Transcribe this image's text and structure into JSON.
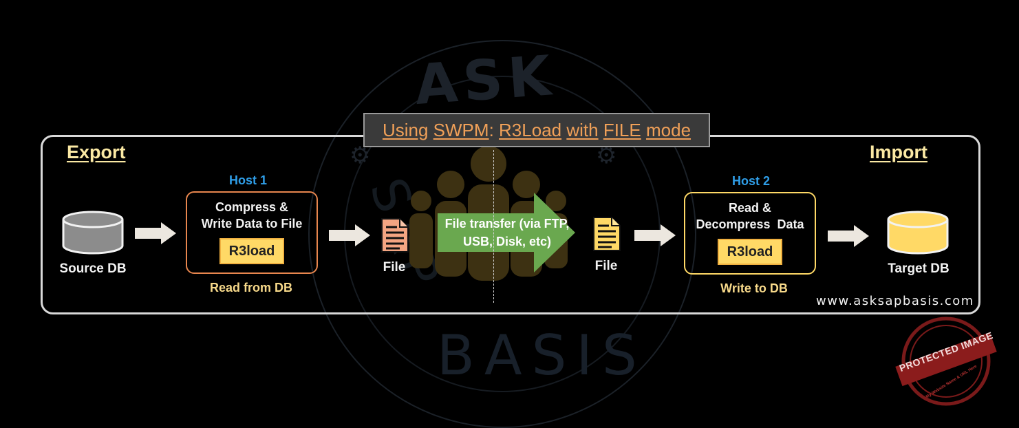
{
  "title": {
    "prefix": "Using",
    "swpm": "SWPM",
    "colon": ":",
    "r3load": "R3Load",
    "with": "with",
    "file": "FILE",
    "mode": "mode"
  },
  "export": {
    "label": "Export",
    "host": "Host 1",
    "source_db": "Source DB",
    "box_text_line1": "Compress &",
    "box_text_line2": "Write Data to File",
    "tool": "R3load",
    "caption": "Read from DB",
    "file_label": "File"
  },
  "import": {
    "label": "Import",
    "host": "Host 2",
    "target_db": "Target DB",
    "box_text_line1": "Read &",
    "box_text_line2": "Decompress  Data",
    "tool": "R3load",
    "caption": "Write to DB",
    "file_label": "File"
  },
  "transfer": {
    "line1": "File transfer (via FTP,",
    "line2": "USB, Disk, etc)"
  },
  "website": "www.asksapbasis.com",
  "watermark": {
    "ask": "ASK",
    "sap": "SAP",
    "basis": "BASIS",
    "stamp_line1": "PROTECTED IMAGE",
    "stamp_line2": "My Website Name & URL Here"
  },
  "colors": {
    "host_blue": "#2f9ee8",
    "export_box_border": "#e8864e",
    "import_box_border": "#ffd966",
    "r3load_fill": "#ffd966",
    "transfer_arrow": "#6aa84f",
    "source_db": "#8c8c8c",
    "target_db": "#ffd966",
    "export_file_icon": "#f4a582",
    "import_file_icon": "#ffd966"
  }
}
